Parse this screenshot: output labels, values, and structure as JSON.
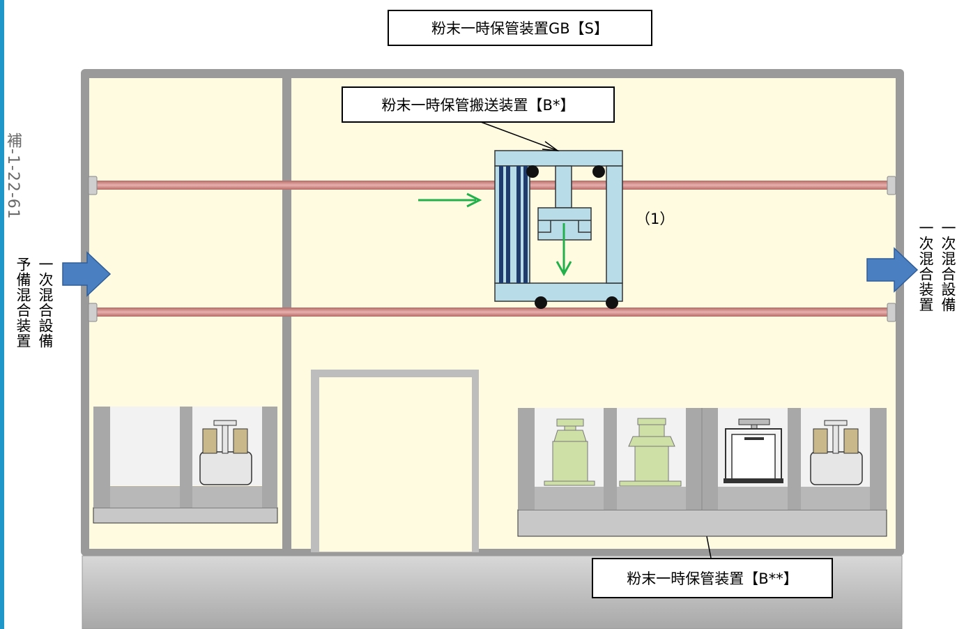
{
  "title": "粉末一時保管装置GB【S】",
  "transport_label": "粉末一時保管搬送装置【B*】",
  "storage_label": "粉末一時保管装置【B**】",
  "marker": "（1）",
  "page_number": "補-1-22-61",
  "left_label": {
    "col1": "一次混合設備",
    "col2": "予備混合装置"
  },
  "right_label": {
    "col1": "一次混合設備",
    "col2": "一次混合装置"
  },
  "colors": {
    "room": "#fffbe0",
    "wall": "#9a9a9a",
    "rail": "#c97a76",
    "rail_highlight": "#e8b0ad",
    "arrow_blue": "#4a7fc1",
    "arrow_green": "#22b04a",
    "transport_frame": "#b8dce8",
    "dark_blue": "#1f3b6e",
    "vessel_green": "#cfe0a6",
    "floor_top": "#d8d8d8",
    "floor_bottom": "#a8a8a8",
    "accent_strip": "#1f97c8"
  }
}
